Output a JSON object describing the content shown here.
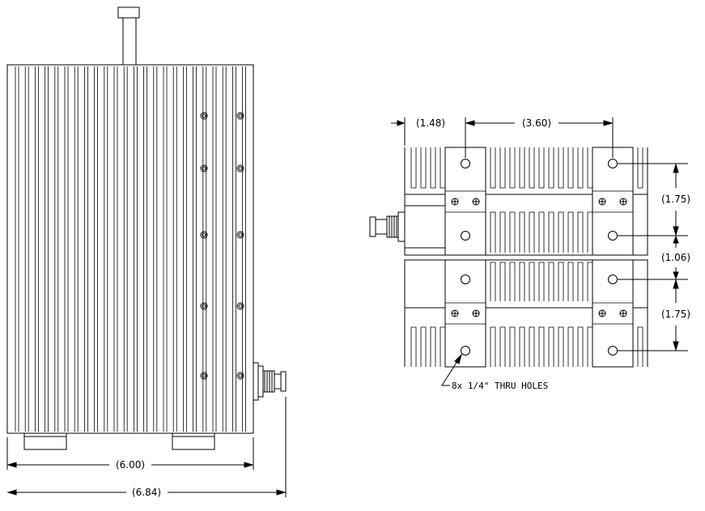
{
  "colors": {
    "line": "#000000",
    "background": "#ffffff"
  },
  "side_view": {
    "dimension_inner": "(6.00)",
    "dimension_outer": "(6.84)"
  },
  "end_view": {
    "dimension_left_offset": "(1.48)",
    "dimension_hole_spacing": "(3.60)",
    "dimension_vertical_top": "(1.75)",
    "dimension_vertical_middle": "(1.06)",
    "dimension_vertical_bottom": "(1.75)",
    "hole_note": "8x 1/4\" THRU HOLES"
  }
}
